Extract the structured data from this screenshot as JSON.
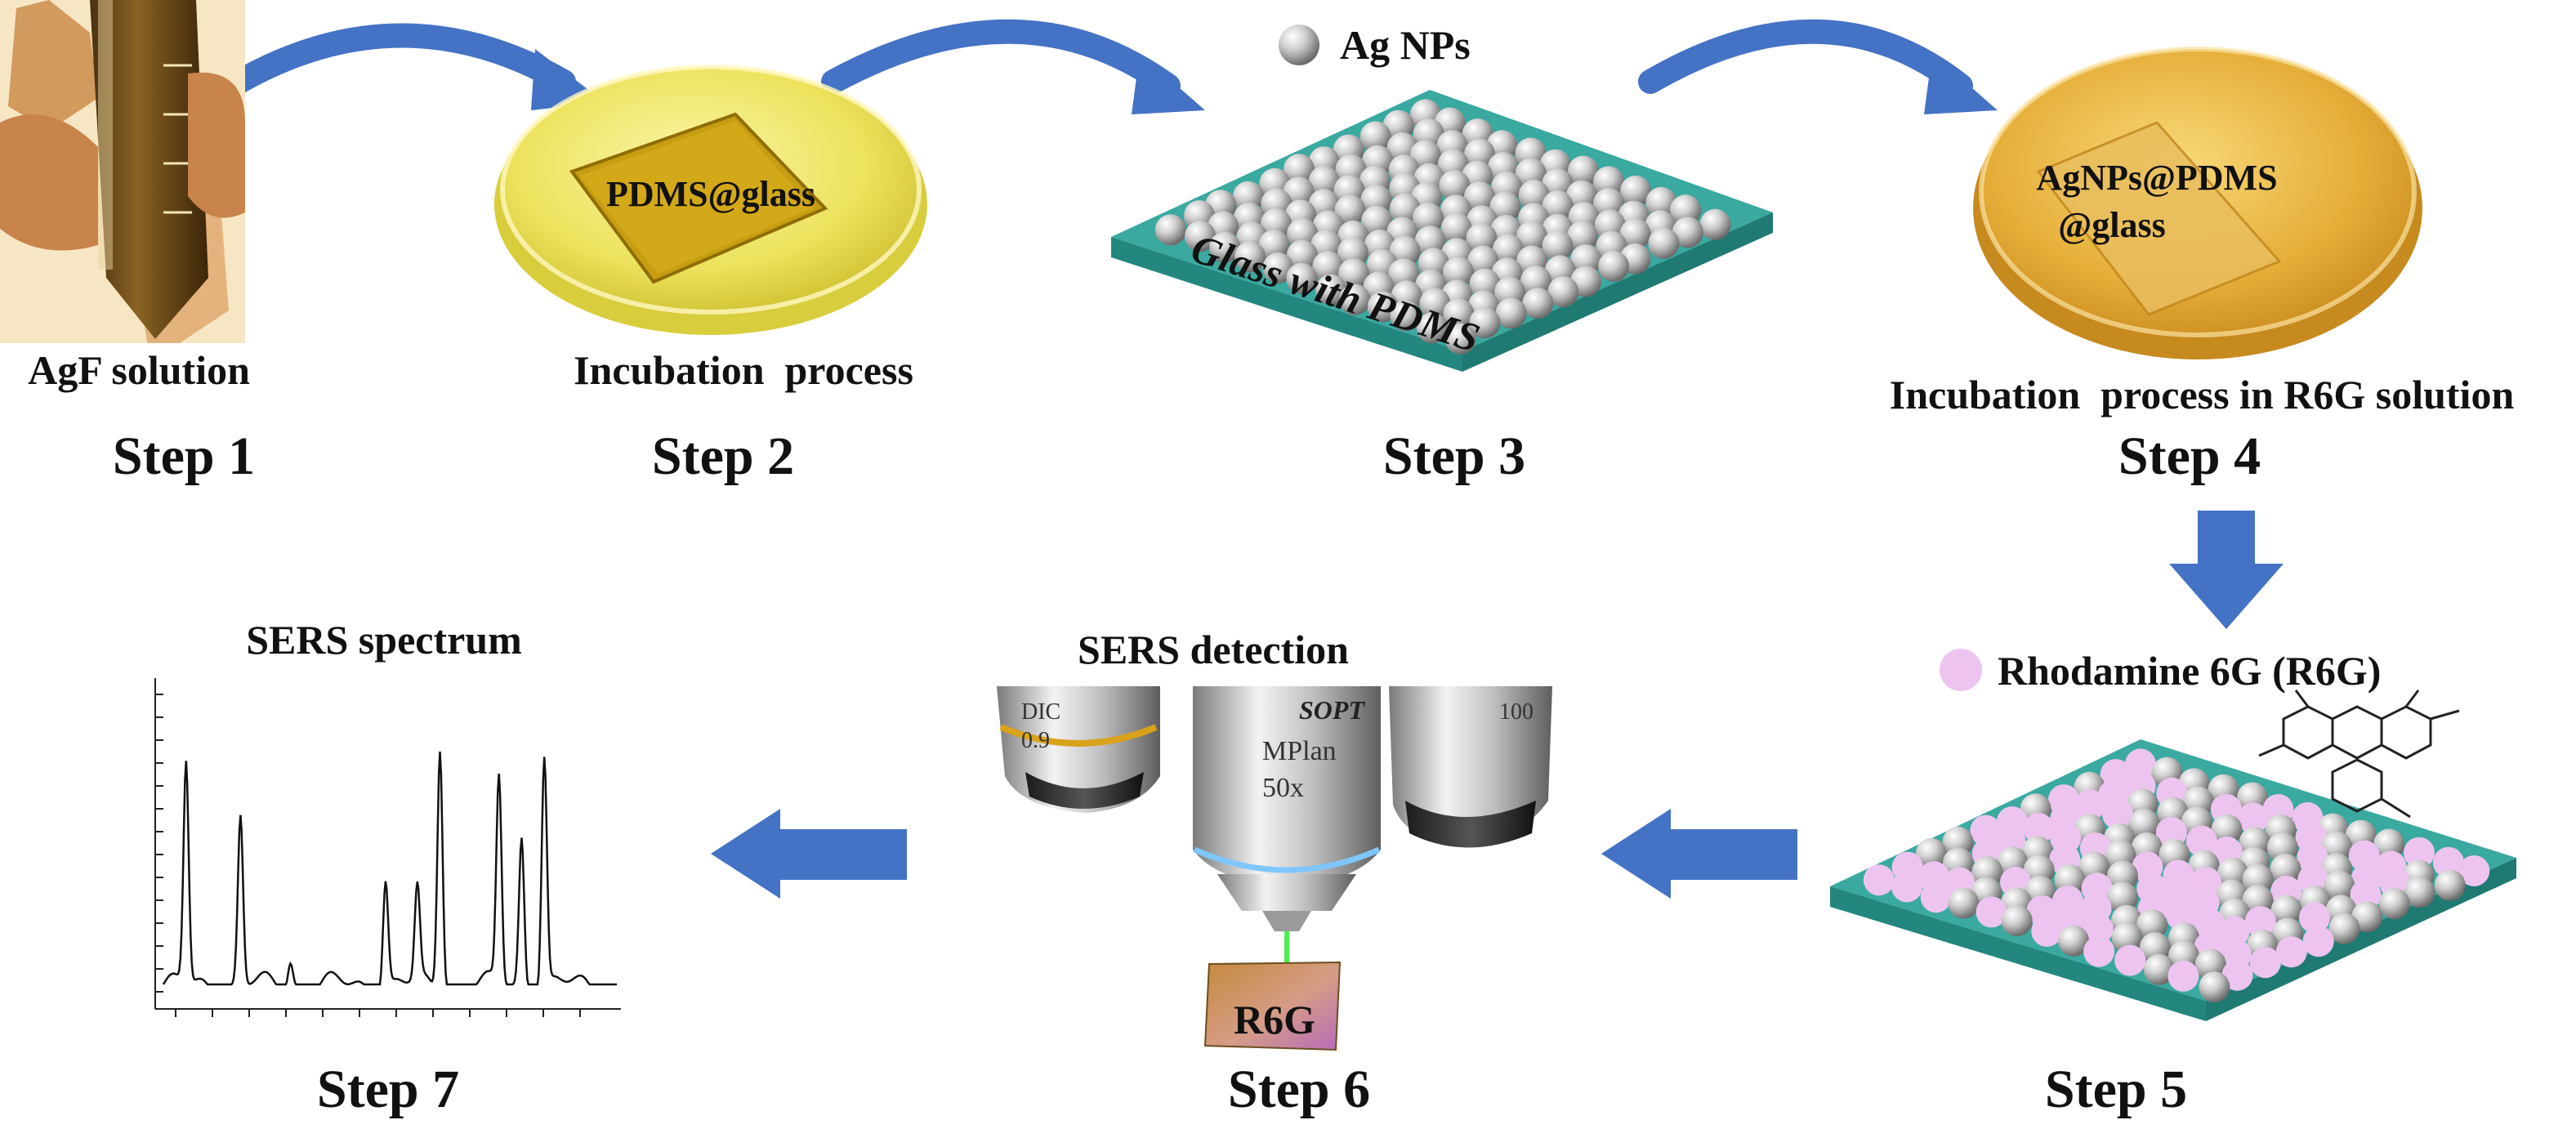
{
  "colors": {
    "arrow": "#4472C4",
    "arrow_dark": "#2F5597",
    "substrate_top": "#3AA9A0",
    "substrate_side": "#1F7A72",
    "silver": "#C8C8C8",
    "r6g_pink": "#EDC4EF",
    "petri_yellow": "#E9E06A",
    "petri_amber": "#E5B03A"
  },
  "steps": [
    {
      "number_label": "Step 1",
      "caption": "AgF solution",
      "icon": "agf-tube-photo"
    },
    {
      "number_label": "Step 2",
      "caption": "Incubation  process",
      "overlay": "PDMS@glass",
      "icon": "petri-dish-photo"
    },
    {
      "number_label": "Step 3",
      "legend": "Ag NPs",
      "substrate_label": "Glass with PDMS",
      "icon": "ag-nanoparticle-substrate"
    },
    {
      "number_label": "Step 4",
      "caption": "Incubation  process in R6G solution",
      "overlay_line1": "AgNPs@PDMS",
      "overlay_line2": "@glass",
      "icon": "petri-dish-r6g-photo"
    },
    {
      "number_label": "Step 5",
      "legend": "Rhodamine  6G (R6G)",
      "icon": "r6g-coated-substrate"
    },
    {
      "number_label": "Step 6",
      "title": "SERS detection",
      "sample_label": "R6G",
      "objective_labels": [
        "DIC",
        "0.9",
        "SOPT",
        "MPlan",
        "50x",
        "100"
      ],
      "icon": "microscope-objectives-photo"
    },
    {
      "number_label": "Step 7",
      "title": "SERS spectrum",
      "icon": "sers-spectrum-plot"
    }
  ]
}
